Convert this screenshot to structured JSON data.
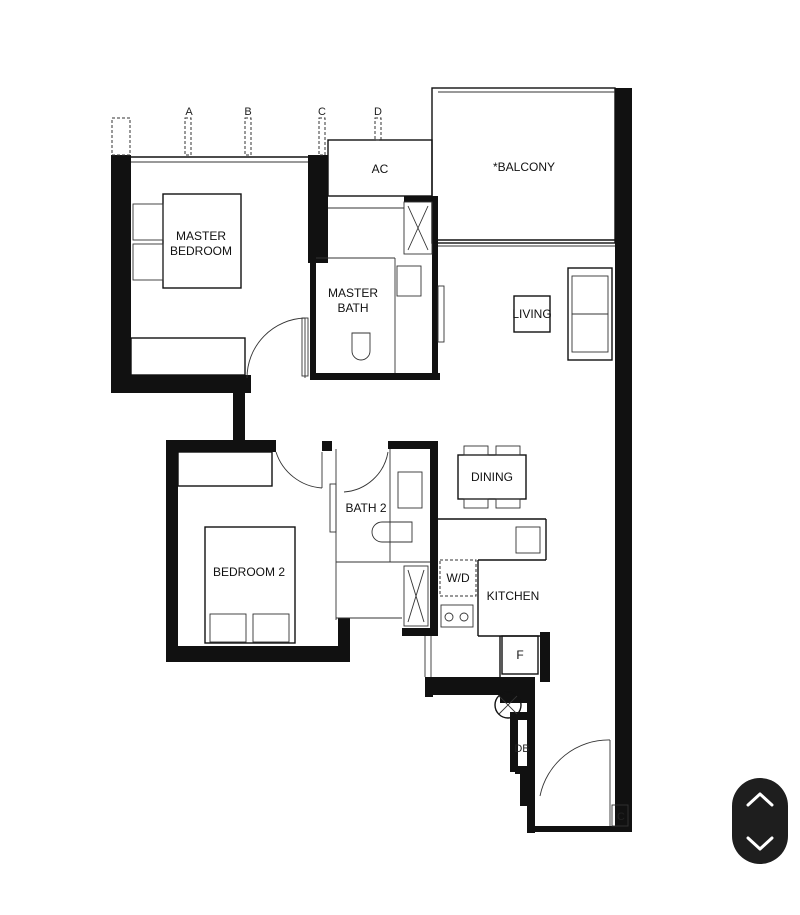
{
  "rooms": {
    "master_bedroom": [
      "MASTER",
      "BEDROOM"
    ],
    "master_bath": [
      "MASTER",
      "BATH"
    ],
    "ac": "AC",
    "balcony": "*BALCONY",
    "living": "LIVING",
    "dining": "DINING",
    "bath2": "BATH 2",
    "bedroom2": "BEDROOM 2",
    "kitchen": "KITCHEN",
    "wd": "W/D",
    "fridge": "F",
    "db": "DB",
    "c": "C"
  },
  "markers": [
    "A",
    "B",
    "C",
    "D"
  ],
  "nav": {
    "up_icon": "chevron-up-icon",
    "down_icon": "chevron-down-icon"
  }
}
